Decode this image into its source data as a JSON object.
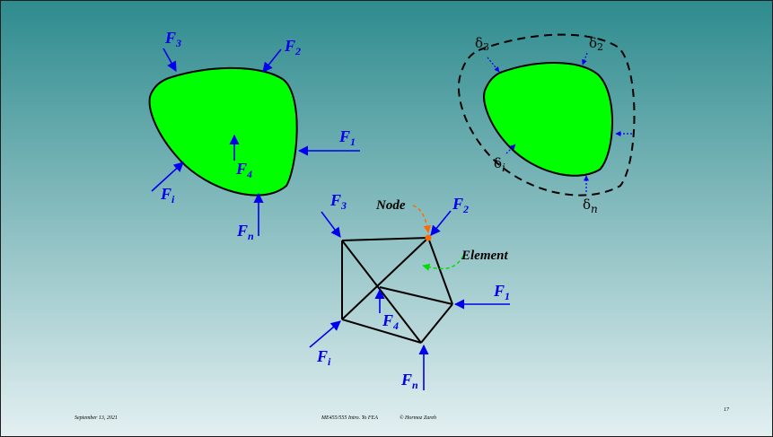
{
  "colors": {
    "background_top": "#2e8b8e",
    "background_bottom": "#e4f0f2",
    "body_fill": "#00ff00",
    "force_arrow": "#0000ee",
    "node_marker": "#ff6a00",
    "node_leader": "#ff6a00",
    "element_leader": "#00dd00",
    "displacement_arrow": "#0000ee"
  },
  "continuum": {
    "forces": [
      {
        "name": "F",
        "sub": "3"
      },
      {
        "name": "F",
        "sub": "2"
      },
      {
        "name": "F",
        "sub": "1"
      },
      {
        "name": "F",
        "sub": "4"
      },
      {
        "name": "F",
        "sub": "i"
      },
      {
        "name": "F",
        "sub": "n"
      }
    ]
  },
  "displacement": {
    "labels": [
      {
        "name": "δ",
        "sub": "3"
      },
      {
        "name": "δ",
        "sub": "2"
      },
      {
        "name": "δ",
        "sub": "i"
      },
      {
        "name": "δ",
        "sub": "n"
      }
    ]
  },
  "mesh": {
    "forces": [
      {
        "name": "F",
        "sub": "3"
      },
      {
        "name": "F",
        "sub": "2"
      },
      {
        "name": "F",
        "sub": "1"
      },
      {
        "name": "F",
        "sub": "4"
      },
      {
        "name": "F",
        "sub": "i"
      },
      {
        "name": "F",
        "sub": "n"
      }
    ],
    "node_label": "Node",
    "element_label": "Element"
  },
  "footer": {
    "date": "September 13, 2021",
    "course": "ME455/555 Intro. To FEA",
    "author": "© Hormoz Zareh",
    "page": "17"
  }
}
